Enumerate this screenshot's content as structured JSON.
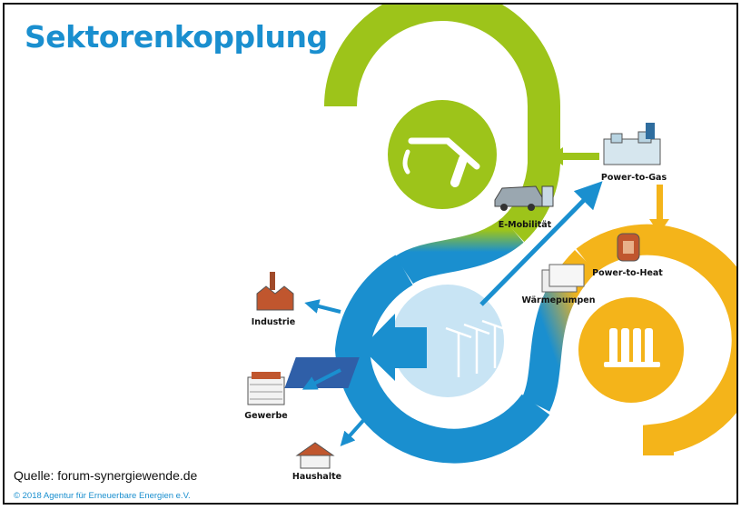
{
  "title": "Sektorenkopplung",
  "sectors": {
    "verkehr": "Verkehr",
    "strom": "Strom",
    "waerme": "Wärme"
  },
  "technologies": {
    "power_to_gas": "Power-to-Gas",
    "power_to_heat": "Power-to-Heat",
    "e_mobilitaet": "E-Mobilität",
    "waermepumpen": "Wärmepumpen"
  },
  "consumers": {
    "industrie": "Industrie",
    "gewerbe": "Gewerbe",
    "haushalte": "Haushalte"
  },
  "source": "Quelle: forum-synergiewende.de",
  "copyright": "© 2018 Agentur für Erneuerbare Energien e.V.",
  "colors": {
    "verkehr": "#9dc41a",
    "strom": "#1a8fcf",
    "waerme": "#f4b41a",
    "title": "#1a8fcf"
  },
  "icons": {
    "verkehr": "fuel-nozzle-icon",
    "strom": "wind-solar-icon",
    "waerme": "radiator-icon",
    "power_to_gas": "gas-plant-icon",
    "power_to_heat": "boiler-icon",
    "e_mobilitaet": "electric-car-icon",
    "waermepumpen": "heat-pump-icon",
    "industrie": "factory-icon",
    "gewerbe": "office-building-icon",
    "haushalte": "house-icon"
  }
}
